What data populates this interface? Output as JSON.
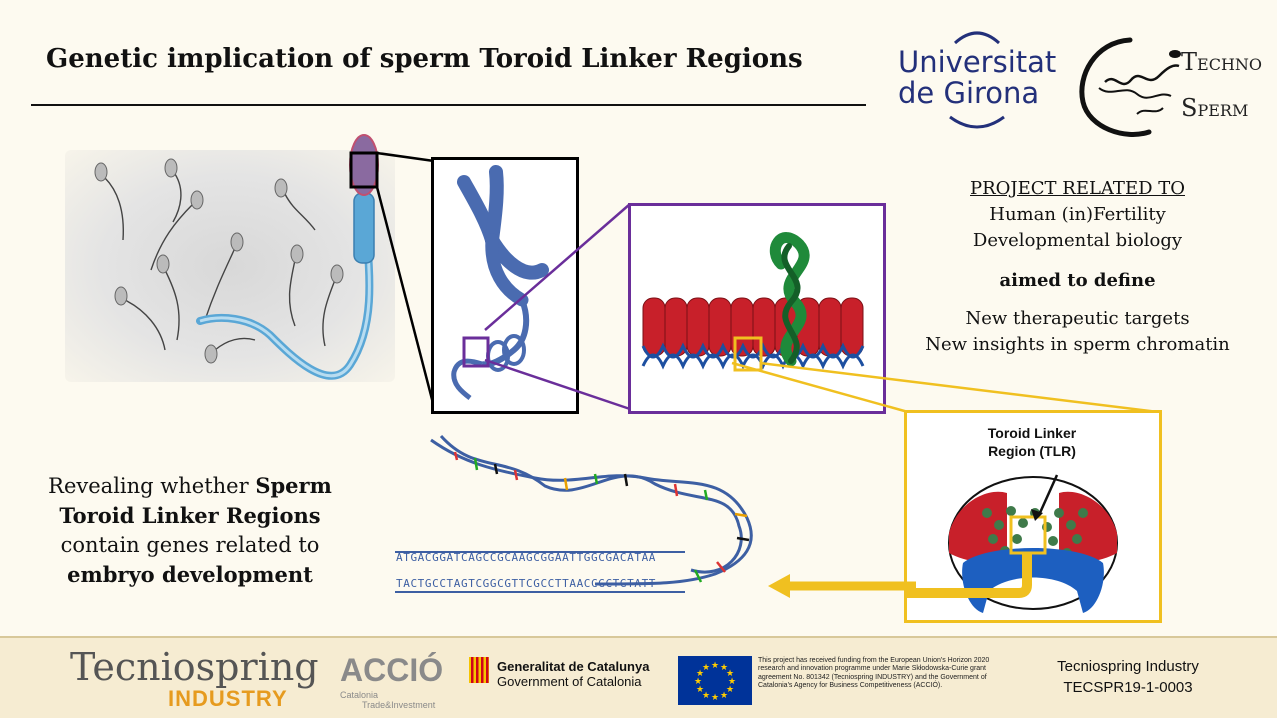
{
  "title": "Genetic implication of sperm Toroid Linker Regions",
  "logos": {
    "udg_line1": "Universitat",
    "udg_line2": "de Girona",
    "technosperm_t": "T",
    "technosperm_techno": "ECHNO",
    "technosperm_s": "S",
    "technosperm_perm": "PERM"
  },
  "project": {
    "heading": "PROJECT RELATED TO",
    "topics": [
      "Human (in)Fertility",
      "Developmental biology"
    ],
    "aim": "aimed to define",
    "goals": [
      "New therapeutic targets",
      "New insights in sperm chromatin"
    ]
  },
  "reveal": {
    "part1": "Revealing whether ",
    "bold1": "Sperm Toroid Linker Regions",
    "part2": " contain genes related to ",
    "bold2": "embryo development"
  },
  "tlr_label_line1": "Toroid Linker",
  "tlr_label_line2": "Region (TLR)",
  "dna": {
    "seq_top": "ATGACGGATCAGCCGCAAGCGGAATTGGCGACATAA",
    "seq_bottom": "TACTGCCTAGTCGGCGTTCGCCTTAACCGCTGTATT"
  },
  "footer": {
    "tecniospring": "Tecniospring",
    "industry": "INDUSTRY",
    "accio": "ACCIÓ",
    "accio_sub1": "Catalonia",
    "accio_sub2": "Trade&Investment",
    "gencat_line1": "Generalitat de Catalunya",
    "gencat_line2": "Government of Catalonia",
    "eu_text": "This project has received funding from the European Union's Horizon 2020 research and innovation programme under Marie Skłodowska-Curie grant agreement No. 801342 (Tecniospring INDUSTRY) and the Government of Catalonia's Agency for Business Competitiveness (ACCIÓ).",
    "ref_line1": "Tecniospring Industry",
    "ref_line2": "TECSPR19-1-0003"
  },
  "colors": {
    "purple": "#6a2e9a",
    "yellow": "#f0c020",
    "udg_blue": "#23307a",
    "industry_orange": "#e69b1f",
    "chromosome_blue": "#4a6bb0",
    "histone_red": "#c8202a",
    "gene_green": "#1f8a3a"
  }
}
